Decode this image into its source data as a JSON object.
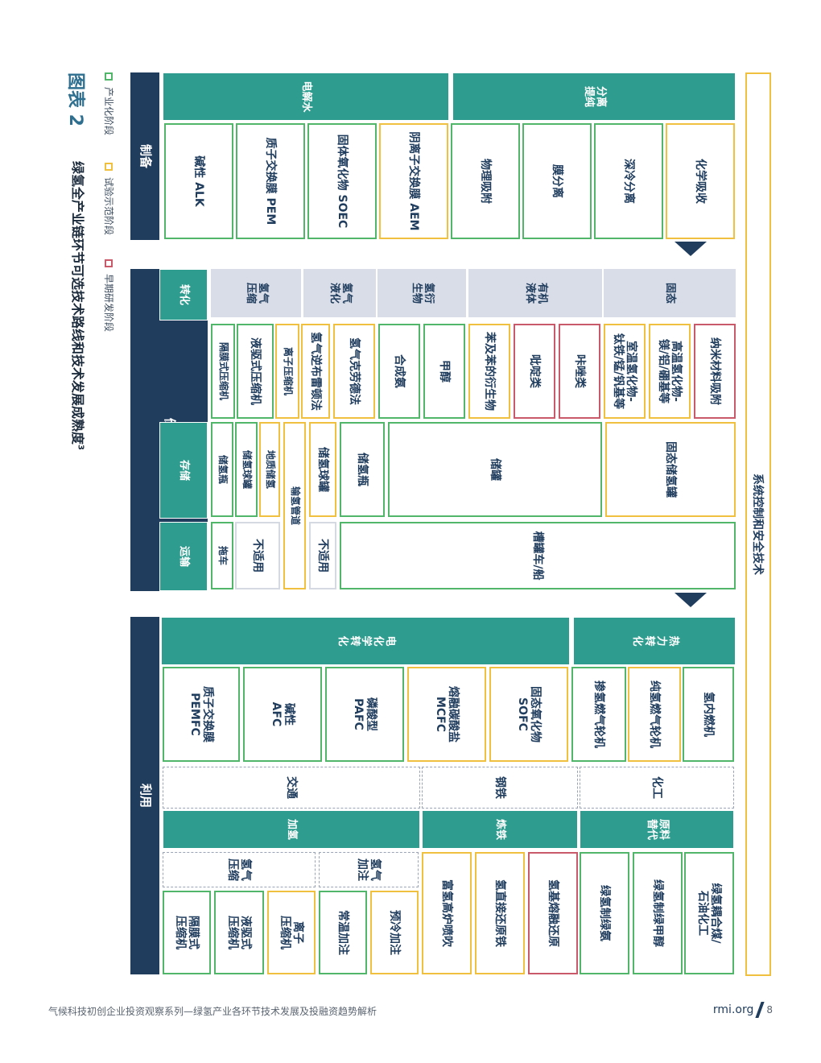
{
  "figure": {
    "label": "图表 2",
    "title": "绿氢全产业链环节可选技术路线和技术发展成熟度",
    "footnote_ref": "3"
  },
  "legend": [
    {
      "label": "产业化阶段",
      "color": "#52b66a"
    },
    {
      "label": "试验示范阶段",
      "color": "#f0c040"
    },
    {
      "label": "早期研发阶段",
      "color": "#c85a6a"
    }
  ],
  "colors": {
    "navy": "#203d5e",
    "teal": "#2e9c8e",
    "gray": "#d9dde8",
    "green": "#52b66a",
    "yellow": "#f0c040",
    "red": "#c85a6a"
  },
  "nodes": [
    {
      "id": "sec-zhibei",
      "text": "制备",
      "style": "navy"
    },
    {
      "id": "sec-chuyun",
      "text": "储运",
      "style": "navy"
    },
    {
      "id": "sec-liyong",
      "text": "利用",
      "style": "navy"
    },
    {
      "id": "sub-dianjieshui",
      "text": "电解水",
      "style": "teal"
    },
    {
      "id": "sub-fenlitichun",
      "text": "分离\n提纯",
      "style": "teal"
    },
    {
      "id": "tech-alk",
      "text": "碱性 ALK",
      "style": "outline",
      "stage": "green"
    },
    {
      "id": "tech-pem",
      "text": "质子交换膜 PEM",
      "style": "outline",
      "stage": "green"
    },
    {
      "id": "tech-soec",
      "text": "固体氧化物 SOEC",
      "style": "outline",
      "stage": "green"
    },
    {
      "id": "tech-aem",
      "text": "阴离子交换膜 AEM",
      "style": "outline",
      "stage": "yellow"
    },
    {
      "id": "tech-wulixifu",
      "text": "物理吸附",
      "style": "outline",
      "stage": "green"
    },
    {
      "id": "tech-mofenli",
      "text": "膜分离",
      "style": "outline",
      "stage": "green"
    },
    {
      "id": "tech-shenleng",
      "text": "深冷分离",
      "style": "outline",
      "stage": "green"
    },
    {
      "id": "tech-huaxuexishou",
      "text": "化学吸收",
      "style": "outline",
      "stage": "yellow"
    },
    {
      "id": "cat-zhuanhua",
      "text": "转化",
      "style": "teal"
    },
    {
      "id": "cat-cunchu",
      "text": "存储",
      "style": "teal"
    },
    {
      "id": "cat-yunshu",
      "text": "运输",
      "style": "teal"
    },
    {
      "id": "row-qiqiyasuo",
      "text": "氢气\n压缩",
      "style": "gray"
    },
    {
      "id": "row-qiqiyehua",
      "text": "氢气\n液化",
      "style": "gray"
    },
    {
      "id": "row-qingyanshengwu",
      "text": "氢衍\n生物",
      "style": "gray"
    },
    {
      "id": "row-youjiyeti",
      "text": "有机\n液体",
      "style": "gray"
    },
    {
      "id": "row-gutai",
      "text": "固态",
      "style": "gray"
    },
    {
      "id": "zh-gemoshi",
      "text": "隔膜式压缩机",
      "style": "outline",
      "stage": "green"
    },
    {
      "id": "zh-yequshi",
      "text": "液驱式压缩机",
      "style": "outline",
      "stage": "green"
    },
    {
      "id": "zh-lizi",
      "text": "离子压缩机",
      "style": "outline",
      "stage": "yellow"
    },
    {
      "id": "zh-nixiang",
      "text": "氢气逆布雷顿法",
      "style": "outline",
      "stage": "yellow"
    },
    {
      "id": "zh-kelaode",
      "text": "氢气克劳德法",
      "style": "outline",
      "stage": "yellow"
    },
    {
      "id": "zh-hechengan",
      "text": "合成氨",
      "style": "outline",
      "stage": "green"
    },
    {
      "id": "zh-jiachun",
      "text": "甲醇",
      "style": "outline",
      "stage": "green"
    },
    {
      "id": "zh-benji",
      "text": "苯及苯的衍生物",
      "style": "outline",
      "stage": "yellow"
    },
    {
      "id": "zh-bideilei",
      "text": "吡啶类",
      "style": "outline",
      "stage": "red"
    },
    {
      "id": "zh-fuzuolei",
      "text": "咔唑类",
      "style": "outline",
      "stage": "red"
    },
    {
      "id": "zh-shiwen",
      "text": "室温氢化物-\n钛铁/锰/钒基等",
      "style": "outline",
      "stage": "yellow"
    },
    {
      "id": "zh-gaowen",
      "text": "高温氢化物-\n镁/铝/硼基等",
      "style": "outline",
      "stage": "yellow"
    },
    {
      "id": "zh-nami",
      "text": "纳米材料吸附",
      "style": "outline",
      "stage": "red"
    },
    {
      "id": "cc-chuqiping1",
      "text": "储氢瓶",
      "style": "outline",
      "stage": "green"
    },
    {
      "id": "cc-chuqiuguan1",
      "text": "储氢球罐",
      "style": "outline",
      "stage": "green"
    },
    {
      "id": "cc-dizhi",
      "text": "地质储氢",
      "style": "outline",
      "stage": "yellow"
    },
    {
      "id": "cc-guandao",
      "text": "输氢管道",
      "style": "outline",
      "stage": "yellow"
    },
    {
      "id": "cc-chuqiuguan2",
      "text": "储氢球罐",
      "style": "outline",
      "stage": "yellow"
    },
    {
      "id": "cc-chuqiping2",
      "text": "储氢瓶",
      "style": "outline",
      "stage": "green"
    },
    {
      "id": "cc-chuguan",
      "text": "储罐",
      "style": "outline",
      "stage": "green"
    },
    {
      "id": "cc-gutaichuguan",
      "text": "固态储氢罐",
      "style": "outline",
      "stage": "yellow"
    },
    {
      "id": "ys-tuoche",
      "text": "拖车",
      "style": "outline",
      "stage": "green"
    },
    {
      "id": "ys-bushiyong1",
      "text": "不适用",
      "style": "outline",
      "stage": "gray"
    },
    {
      "id": "ys-bushiyong2",
      "text": "不适用",
      "style": "outline",
      "stage": "gray"
    },
    {
      "id": "ys-caoguanche",
      "text": "槽罐车/船",
      "style": "outline",
      "stage": "green"
    },
    {
      "id": "ly-dianhuaxue",
      "text": "电\n化\n学\n转\n化",
      "style": "teal"
    },
    {
      "id": "ly-reli",
      "text": "热\n力\n转\n化",
      "style": "teal"
    },
    {
      "id": "ly-pemfc",
      "text": "质子交换膜\nPEMFC",
      "style": "outline",
      "stage": "green"
    },
    {
      "id": "ly-afc",
      "text": "碱性\nAFC",
      "style": "outline",
      "stage": "green"
    },
    {
      "id": "ly-pafc",
      "text": "磷酸型\nPAFC",
      "style": "outline",
      "stage": "green"
    },
    {
      "id": "ly-mcfc",
      "text": "熔融碳酸盐\nMCFC",
      "style": "outline",
      "stage": "yellow"
    },
    {
      "id": "ly-sofc",
      "text": "固态氧化物\nSOFC",
      "style": "outline",
      "stage": "yellow"
    },
    {
      "id": "ly-chanqi",
      "text": "掺氢燃气轮机",
      "style": "outline",
      "stage": "green"
    },
    {
      "id": "ly-chunqing",
      "text": "纯氢燃气轮机",
      "style": "outline",
      "stage": "yellow"
    },
    {
      "id": "ly-neiran",
      "text": "氢内燃机",
      "style": "outline",
      "stage": "green"
    },
    {
      "id": "sc-jiaotong",
      "text": "交通",
      "style": "outline",
      "stage": "dash"
    },
    {
      "id": "sc-gangtie",
      "text": "钢铁",
      "style": "outline",
      "stage": "dash"
    },
    {
      "id": "sc-huagong",
      "text": "化工",
      "style": "outline",
      "stage": "dash"
    },
    {
      "id": "sc-jiaqing",
      "text": "加氢",
      "style": "teal"
    },
    {
      "id": "sc-liantie",
      "text": "炼铁",
      "style": "teal"
    },
    {
      "id": "sc-yuanliao",
      "text": "原料\n替代",
      "style": "teal"
    },
    {
      "id": "sc-qiqiyasuo",
      "text": "氢气\n压缩",
      "style": "outline",
      "stage": "dash"
    },
    {
      "id": "sc-qiqijiazhu",
      "text": "氢气\n加注",
      "style": "outline",
      "stage": "dash"
    },
    {
      "id": "jq-gemoshi",
      "text": "隔膜式\n压缩机",
      "style": "outline",
      "stage": "green"
    },
    {
      "id": "jq-yequshi",
      "text": "液驱式\n压缩机",
      "style": "outline",
      "stage": "green"
    },
    {
      "id": "jq-lizi",
      "text": "离子\n压缩机",
      "style": "outline",
      "stage": "yellow"
    },
    {
      "id": "jq-changwen",
      "text": "常温加注",
      "style": "outline",
      "stage": "green"
    },
    {
      "id": "jq-yuleng",
      "text": "预冷加注",
      "style": "outline",
      "stage": "yellow"
    },
    {
      "id": "lt-fuqinggaolu",
      "text": "富氢高炉喷吹",
      "style": "outline",
      "stage": "yellow"
    },
    {
      "id": "lt-qingzhijie",
      "text": "氢直接还原铁",
      "style": "outline",
      "stage": "yellow"
    },
    {
      "id": "lt-qingjirongrong",
      "text": "氢基熔融还原",
      "style": "outline",
      "stage": "red"
    },
    {
      "id": "yl-lvan",
      "text": "绿氢制绿氨",
      "style": "outline",
      "stage": "green"
    },
    {
      "id": "yl-jiachun",
      "text": "绿氢制绿甲醇",
      "style": "outline",
      "stage": "green"
    },
    {
      "id": "yl-ouhe",
      "text": "绿氢耦合煤/\n石油化工",
      "style": "outline",
      "stage": "green"
    }
  ],
  "system_bar": {
    "text": "系统控制和安全技术"
  },
  "footer": {
    "left": "气候科技初创企业投资观察系列—绿氢产业各环节技术发展及投融资趋势解析",
    "site": "rmi.org",
    "page": "8"
  }
}
